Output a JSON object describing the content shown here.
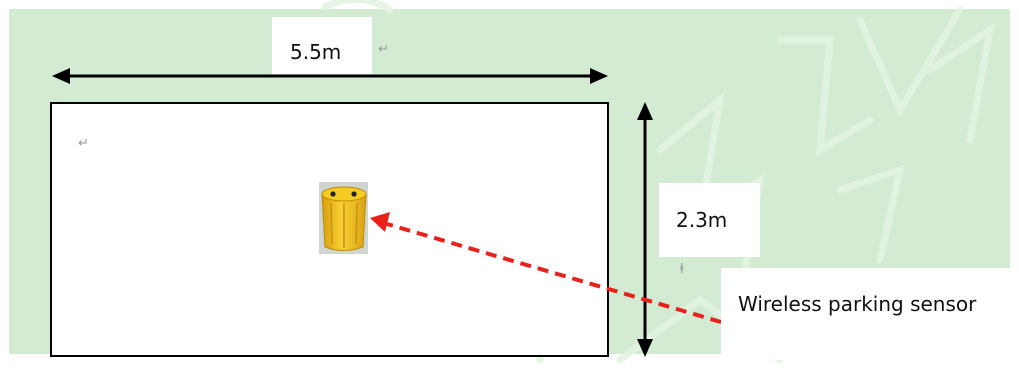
{
  "diagram": {
    "width_label": "5.5m",
    "height_label": "2.3m",
    "sensor_label": "Wireless parking sensor",
    "paragraph_mark": "↵",
    "anchor_mark": "ⱡ"
  },
  "colors": {
    "background": "#d3ebd2",
    "slot_fill": "#ffffff",
    "arrow": "#000000",
    "pointer": "#e8211b",
    "sensor_body": "#f2c21c"
  },
  "icons": {
    "sensor": "yellow-parking-sensor-icon"
  }
}
